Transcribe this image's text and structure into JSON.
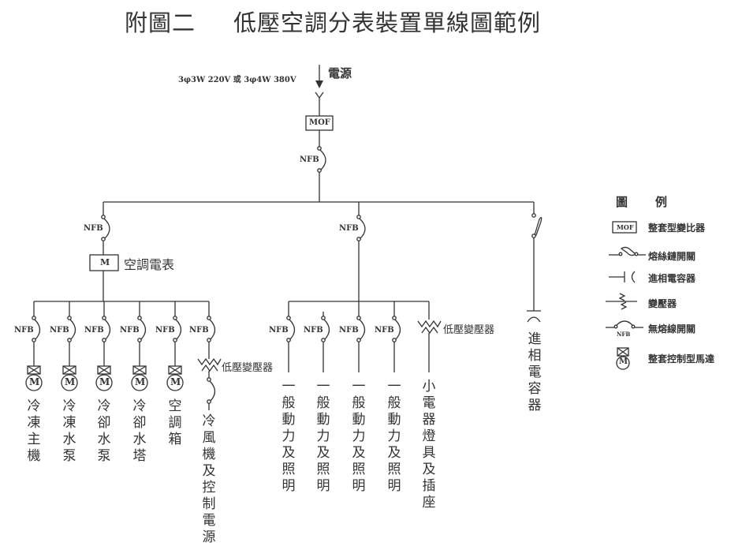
{
  "title": {
    "figure_no": "附圖二",
    "text": "低壓空調分表裝置單線圖範例"
  },
  "source": {
    "supply_spec": "3φ3W 220V 或 3φ4W 380V",
    "label": "電源"
  },
  "main": {
    "mof_label": "MOF",
    "nfb_label": "NFB"
  },
  "branches": {
    "ac": {
      "nfb_label": "NFB",
      "meter_label": "M",
      "meter_name": "空調電表",
      "loads": [
        {
          "nfb": "NFB",
          "motor": "M",
          "name": "冷凍主機"
        },
        {
          "nfb": "NFB",
          "motor": "M",
          "name": "冷凍水泵"
        },
        {
          "nfb": "NFB",
          "motor": "M",
          "name": "冷卻水泵"
        },
        {
          "nfb": "NFB",
          "motor": "M",
          "name": "冷卻水塔"
        },
        {
          "nfb": "NFB",
          "motor": "M",
          "name": "空調箱"
        },
        {
          "nfb": "NFB",
          "transformer": "低壓變壓器",
          "name": "冷風機及控制電源"
        }
      ]
    },
    "general": {
      "nfb_label": "NFB",
      "loads": [
        {
          "nfb": "NFB",
          "name": "一般動力及照明"
        },
        {
          "nfb": "NFB",
          "name": "一般動力及照明"
        },
        {
          "nfb": "NFB",
          "name": "一般動力及照明"
        },
        {
          "nfb": "NFB",
          "name": "一般動力及照明"
        },
        {
          "transformer": "低壓變壓器",
          "name": "小電器燈具及插座"
        }
      ]
    },
    "capacitor": {
      "name": "進相電容器"
    }
  },
  "legend": {
    "title_left": "圖",
    "title_right": "例",
    "items": [
      {
        "symbol": "mof",
        "symbol_text": "MOF",
        "label": "整套型變比器"
      },
      {
        "symbol": "fuse-link-switch",
        "label": "熔絲鏈開關"
      },
      {
        "symbol": "capacitor",
        "label": "進相電容器"
      },
      {
        "symbol": "transformer",
        "label": "變壓器"
      },
      {
        "symbol": "nfb",
        "symbol_text": "NFB",
        "label": "無熔線開關"
      },
      {
        "symbol": "controlled-motor",
        "symbol_text": "M",
        "label": "整套控制型馬達"
      }
    ]
  }
}
